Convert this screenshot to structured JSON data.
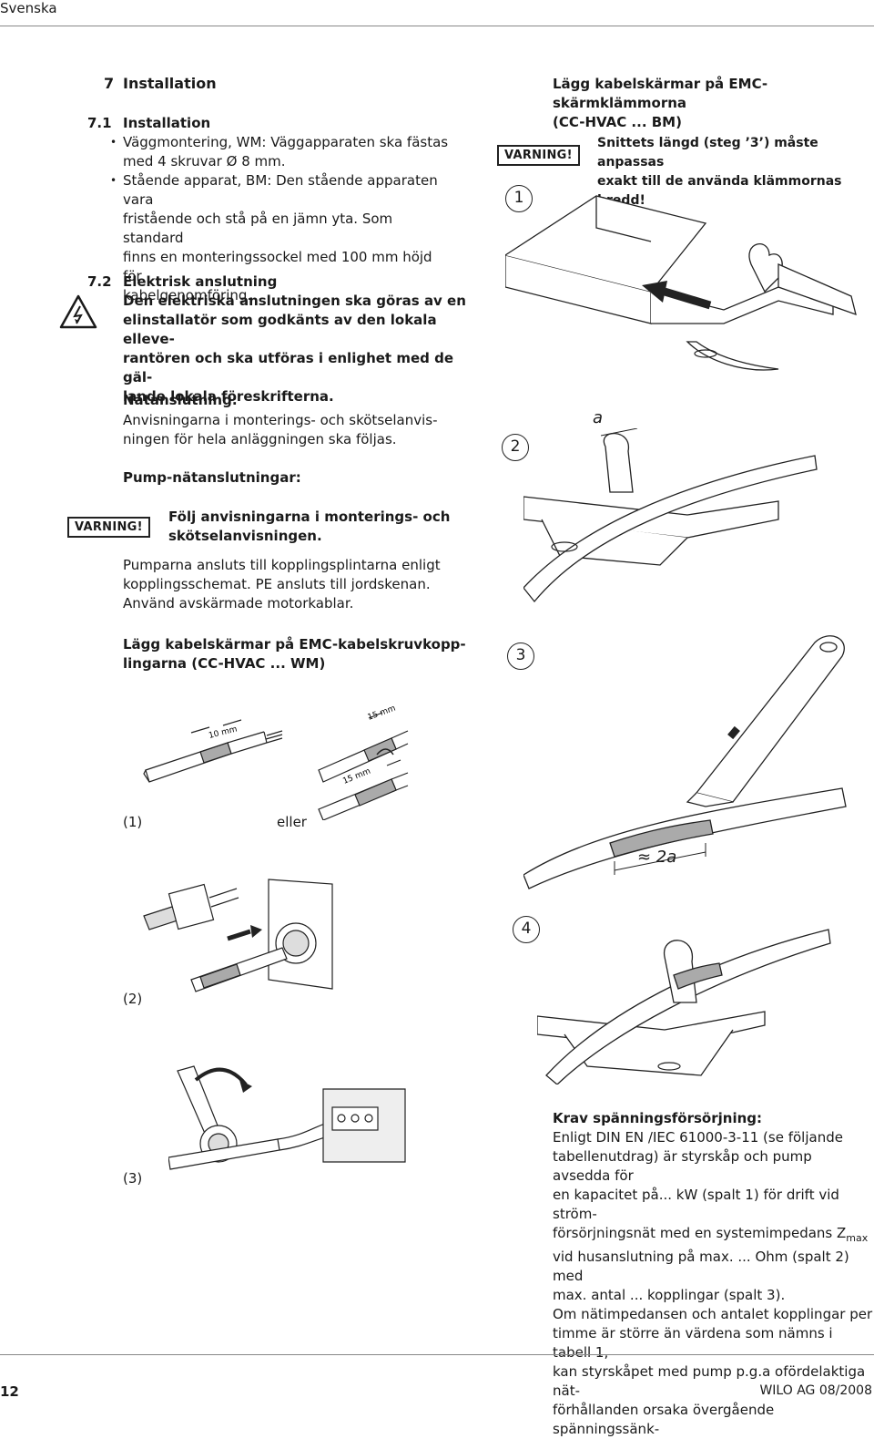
{
  "header": {
    "language": "Svenska"
  },
  "section7": {
    "number": "7",
    "title": "Installation",
    "sub1": {
      "number": "7.1",
      "title": "Installation",
      "bullets": [
        "Väggmontering, WM: Väggapparaten ska fästas med 4 skruvar Ø 8 mm.",
        "Stående apparat, BM: Den stående apparaten vara fristående och stå på en jämn yta. Som standard finns en monteringssockel med 100 mm höjd för kabelgenomföring."
      ],
      "bullet1_lines": [
        "Väggmontering, WM: Väggapparaten ska fästas",
        "med 4 skruvar Ø 8 mm."
      ],
      "bullet2_lines": [
        "Stående apparat, BM: Den stående apparaten vara",
        "fristående och stå på en jämn yta. Som standard",
        "finns en monteringssockel med 100 mm höjd för",
        "kabelgenomföring."
      ]
    },
    "sub2": {
      "number": "7.2",
      "title": "Elektrisk anslutning",
      "warning_lines": [
        "Den elektriska anslutningen ska göras av en",
        "elinstallatör som godkänts av den lokala elleve-",
        "rantören och ska utföras i enlighet med de gäl-",
        "lande lokala föreskrifterna."
      ],
      "network_title": "Nätanslutning:",
      "network_lines": [
        "Anvisningarna i monterings- och skötselanvis-",
        "ningen för hela anläggningen ska följas."
      ],
      "pump_title": "Pump-nätanslutningar:",
      "warning_badge": "VARNING!",
      "pump_warning_lines": [
        "Följ anvisningarna i monterings- och",
        "skötselanvisningen."
      ],
      "pump_lines": [
        "Pumparna ansluts till kopplingsplintarna enligt",
        "kopplingsschemat. PE ansluts till jordskenan.",
        "Använd avskärmade motorkablar."
      ],
      "cable_title_lines": [
        "Lägg kabelskärmar på EMC-kabelskruvkopp-",
        "lingarna (CC-HVAC ... WM)"
      ]
    }
  },
  "left_figures": {
    "label1": "(1)",
    "or": "eller",
    "label2": "(2)",
    "label3": "(3)",
    "dim_10": "10 mm",
    "dim_15a": "15 mm",
    "dim_15b": "15 mm"
  },
  "right_column": {
    "title_lines": [
      "Lägg kabelskärmar på EMC-skärmklämmorna",
      "(CC-HVAC ... BM)"
    ],
    "warning_badge": "VARNING!",
    "warning_lines": [
      "Snittets längd (steg ’3’) måste anpassas",
      "exakt till de använda klämmornas bredd!"
    ],
    "steps": [
      "1",
      "2",
      "3",
      "4"
    ],
    "label_a": "a",
    "label_2a": "≈ 2a",
    "supply_title": "Krav spänningsförsörjning:",
    "supply_lines": [
      "Enligt DIN EN /IEC 61000-3-11 (se följande",
      "tabellenutdrag) är styrskåp och pump avsedda för",
      "en kapacitet på... kW (spalt 1) för drift vid ström-",
      "försörjningsnät med en systemimpedans Z"
    ],
    "zmax_sub": "max",
    "supply_lines2": [
      "vid husanslutning på max. ... Ohm (spalt 2) med",
      "max. antal ... kopplingar (spalt 3).",
      "Om nätimpedansen och antalet kopplingar per",
      "timme är större än värdena som nämns i tabell 1,",
      "kan styrskåpet med pump p.g.a ofördelaktiga nät-",
      "förhållanden orsaka övergående spänningssänk-"
    ]
  },
  "footer": {
    "page": "12",
    "company": "WILO AG 08/2008"
  }
}
